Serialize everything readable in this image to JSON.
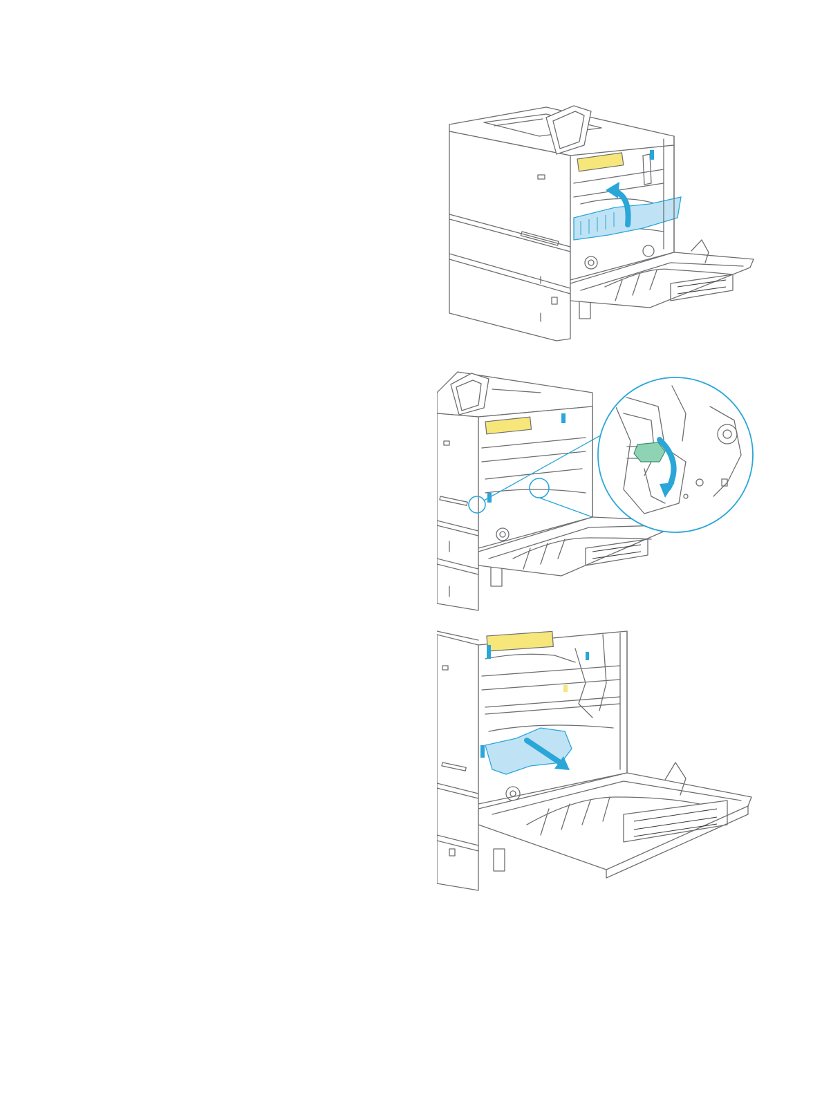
{
  "page": {
    "background": "#ffffff"
  },
  "colors": {
    "line": "#6d6e71",
    "highlight_blue": "#2aa6d8",
    "paper_blue": "#bfe3f4",
    "fuser_yellow": "#f7e77a",
    "lever_green": "#8fd3b5"
  },
  "figures": [
    {
      "id": "step-1",
      "icon": "printer-right-door-open-lift-jam-access-cover",
      "arrow": "curved-arrow-up-icon"
    },
    {
      "id": "step-2",
      "icon": "printer-zoom-release-lever",
      "arrow": "curved-arrow-down-icon"
    },
    {
      "id": "step-3",
      "icon": "printer-remove-jammed-paper",
      "arrow": "straight-arrow-out-icon"
    }
  ]
}
